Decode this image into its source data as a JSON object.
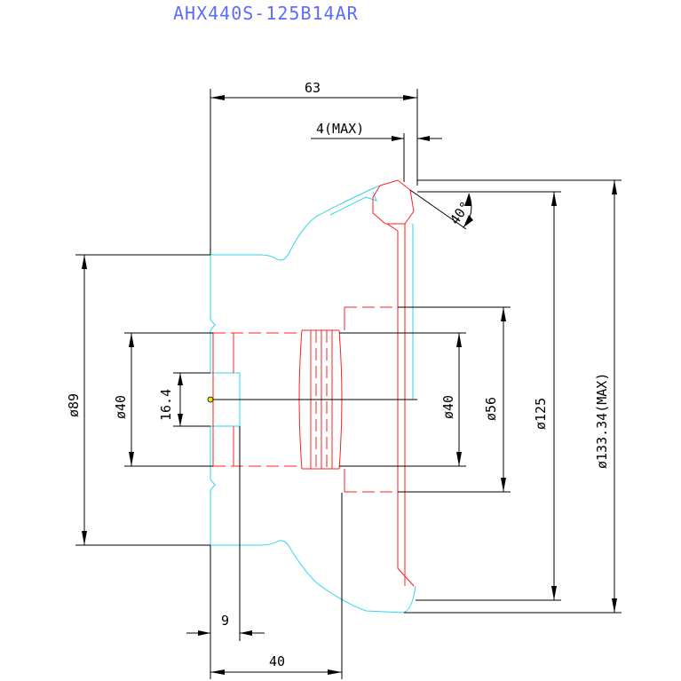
{
  "title": "AHX440S-125B14AR",
  "colors": {
    "title": "#5b6cff",
    "outline": "#2fd6e8",
    "hidden": "#ff2020",
    "dimension": "#000000"
  },
  "dimensions": {
    "overall_length": "63",
    "max_offset": "4(MAX)",
    "angle": "40°",
    "hub_step": "9",
    "flange_length": "40",
    "dia_89": "ø89",
    "dia_40_left": "ø40",
    "keyway_16_4": "16.4",
    "dia_40_right": "ø40",
    "dia_56": "ø56",
    "dia_125": "ø125",
    "dia_133": "ø133.34(MAX)"
  }
}
